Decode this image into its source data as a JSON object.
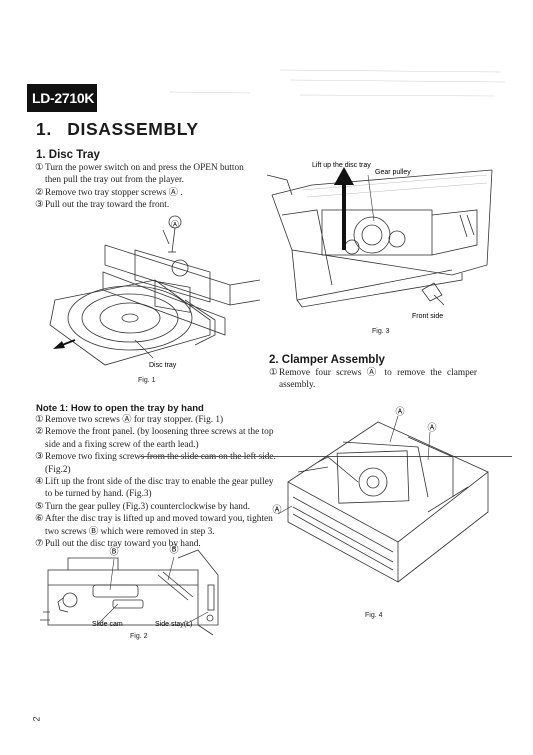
{
  "header": {
    "model": "LD-2710K"
  },
  "section": {
    "number": "1.",
    "title": "DISASSEMBLY"
  },
  "disc_tray": {
    "heading": "1. Disc Tray",
    "steps": [
      {
        "num": "①",
        "text": "Turn the power switch on and press the OPEN button then pull the tray out from the player."
      },
      {
        "num": "②",
        "text": "Remove two tray stopper screws Ⓐ ."
      },
      {
        "num": "③",
        "text": "Pull out the tray toward the front."
      }
    ]
  },
  "fig1": {
    "callout": "Ⓐ",
    "label_disc_tray": "Disc tray",
    "caption": "Fig. 1"
  },
  "note1": {
    "heading": "Note 1: How to open the tray by hand",
    "steps": [
      {
        "num": "①",
        "text": "Remove two screws Ⓐ for tray stopper. (Fig. 1)"
      },
      {
        "num": "②",
        "text": "Remove the front panel. (by loosening three screws at the top side and a fixing screw of the earth lead.)"
      },
      {
        "num": "③",
        "text": "Remove two fixing screws from the slide cam on the left side. (Fig.2)"
      },
      {
        "num": "④",
        "text": "Lift up the front side of the disc tray to enable the gear pulley to be turned by hand. (Fig.3)"
      },
      {
        "num": "⑤",
        "text": "Turn the gear pulley (Fig.3) counterclockwise by hand."
      },
      {
        "num": "⑥",
        "text": "After the disc tray is lifted up and moved toward you, tighten two screws Ⓑ which were removed in step 3."
      },
      {
        "num": "⑦",
        "text": "Pull out the disc tray toward you by hand."
      }
    ]
  },
  "fig2": {
    "callout_b1": "Ⓑ",
    "callout_b2": "Ⓑ",
    "label_slide_cam": "Slide cam",
    "label_side_stay": "Side stay(L)",
    "caption": "Fig. 2"
  },
  "fig3": {
    "label_lift": "Lift up the disc tray",
    "label_gear": "Gear pulley",
    "label_front": "Front side",
    "caption": "Fig. 3"
  },
  "clamper": {
    "heading": "2. Clamper Assembly",
    "steps": [
      {
        "num": "①",
        "text": "Remove four screws Ⓐ to remove the clamper assembly."
      }
    ]
  },
  "fig4": {
    "callout_a1": "Ⓐ",
    "callout_a2": "Ⓐ",
    "callout_a3": "Ⓐ",
    "caption": "Fig. 4"
  },
  "page_number": "2"
}
